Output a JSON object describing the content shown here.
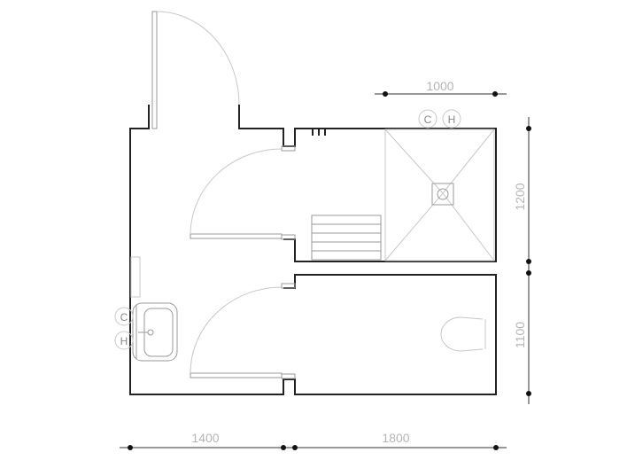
{
  "dimensions": {
    "bottom_left": "1400",
    "bottom_right": "1800",
    "top_shower": "1000",
    "right_upper": "1200",
    "right_lower": "1100"
  },
  "fixtures": {
    "shower_cold_label": "C",
    "shower_hot_label": "H",
    "sink_cold_label": "C",
    "sink_hot_label": "H"
  }
}
